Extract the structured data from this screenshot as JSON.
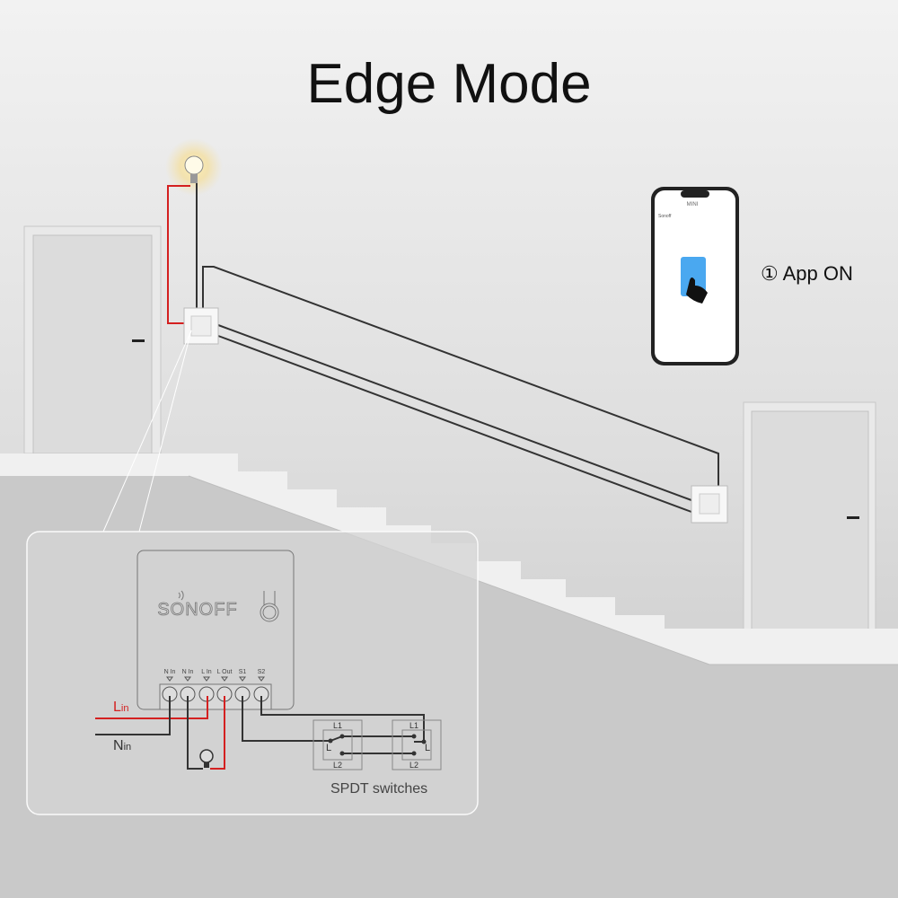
{
  "title": "Edge Mode",
  "app_step": "① App ON",
  "phone": {
    "screen_title": "MINI",
    "brand": "Sonoff"
  },
  "device": {
    "brand": "SONOFF",
    "terminals": [
      "N In",
      "N In",
      "L In",
      "L Out",
      "S1",
      "S2"
    ]
  },
  "wiring": {
    "line_in_label": "L",
    "line_in_sub": "in",
    "neutral_in_label": "N",
    "neutral_in_sub": "in",
    "switch_labels": {
      "top": "L1",
      "bottom": "L2",
      "common": "L"
    },
    "caption": "SPDT switches"
  },
  "colors": {
    "live_wire": "#d42020",
    "neutral_wire": "#333333",
    "switch_screen": "#4aa8f0"
  }
}
